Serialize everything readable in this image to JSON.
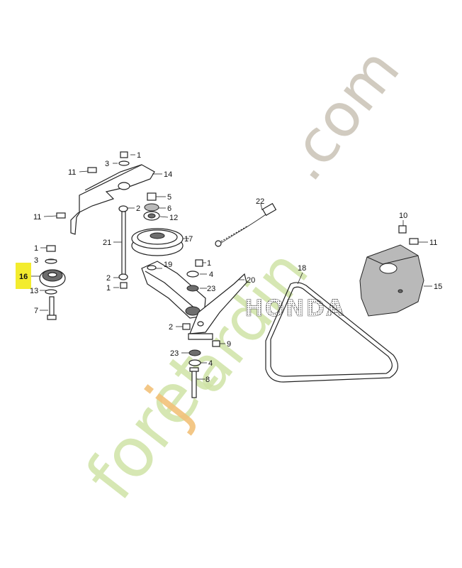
{
  "watermark": {
    "green_text": "foret",
    "orange_text": "j",
    "brown_text": ".com",
    "mid_text": "ardin",
    "colors": {
      "green": "#cfe3a6",
      "orange": "#f2c27a",
      "brown": "#c9c3b6"
    }
  },
  "brand_mark": "HONDA",
  "highlight_color": "#f3ec2e",
  "callouts": {
    "c1a": "1",
    "c3a": "3",
    "c11a": "11",
    "c14": "14",
    "c5": "5",
    "c2a": "2",
    "c6": "6",
    "c11b": "11",
    "c12": "12",
    "c21": "21",
    "c17": "17",
    "c1b": "1",
    "c3b": "3",
    "c16": "16",
    "c13": "13",
    "c7": "7",
    "c2b": "2",
    "c1c": "1",
    "c19": "19",
    "c1d": "1",
    "c4a": "4",
    "c23a": "23",
    "c20": "20",
    "c2c": "2",
    "c9": "9",
    "c23b": "23",
    "c4b": "4",
    "c8": "8",
    "c22": "22",
    "c18": "18",
    "c10": "10",
    "c11c": "11",
    "c15": "15"
  }
}
